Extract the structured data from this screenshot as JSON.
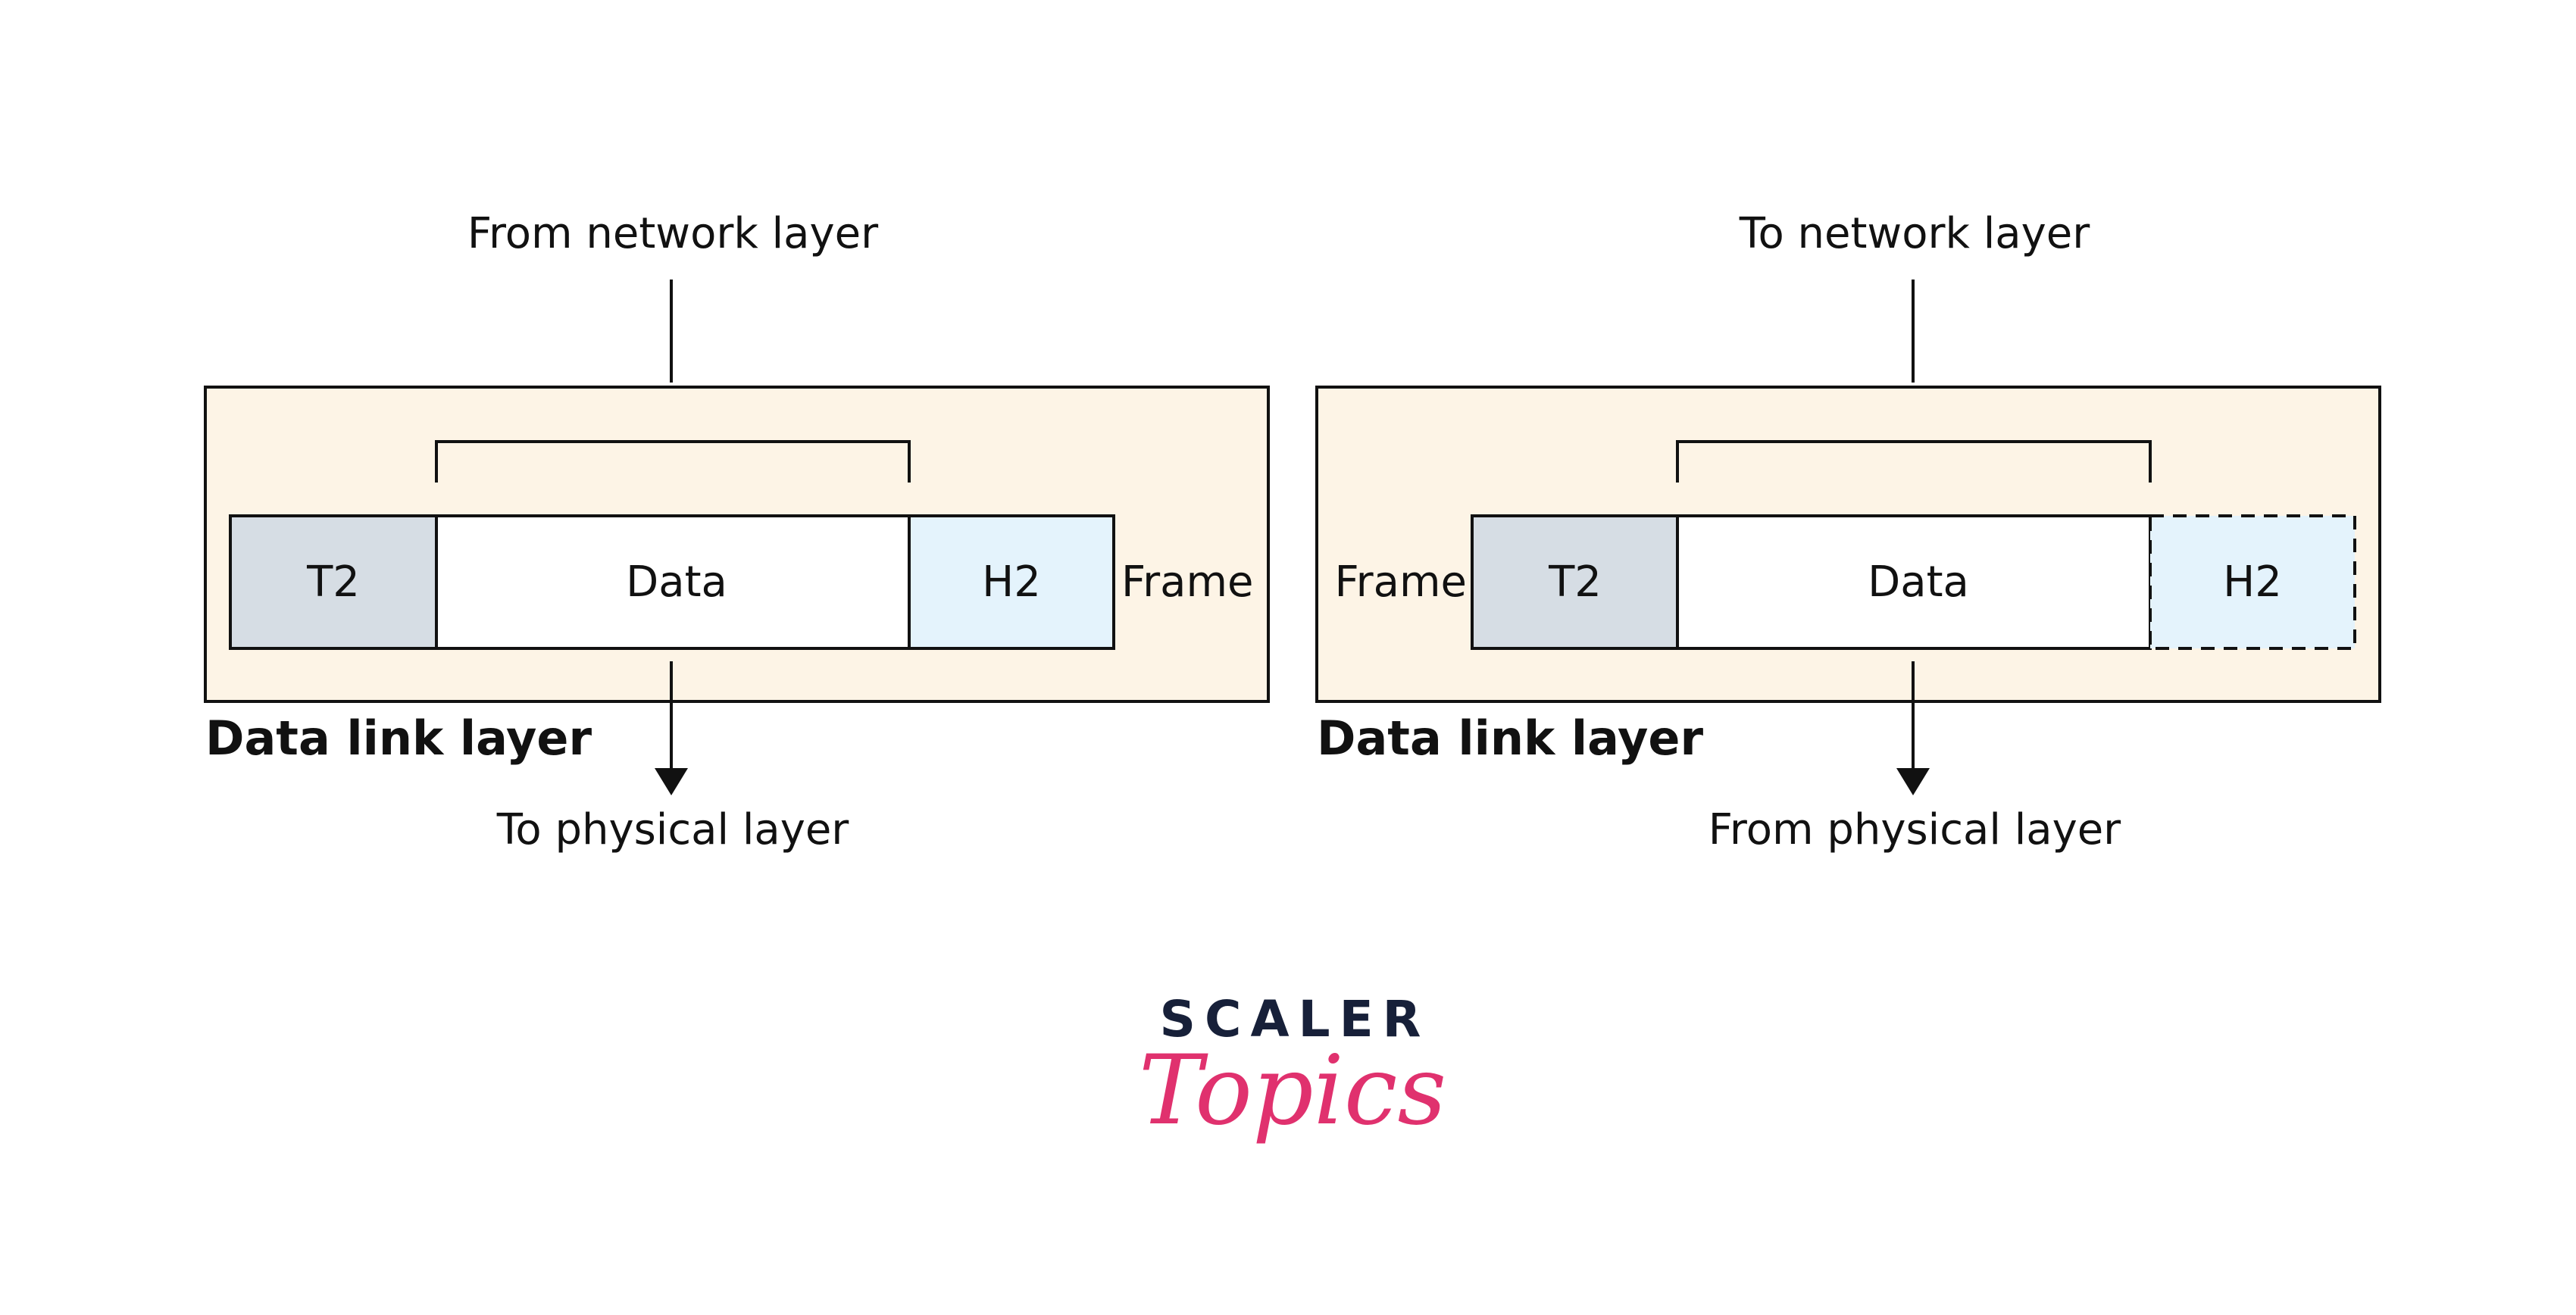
{
  "left_panel": {
    "top_label": "From network layer",
    "bottom_label": "To physical layer",
    "frame_label": "Frame",
    "title": "Data link layer",
    "cells": {
      "trailer": "T2",
      "data": "Data",
      "header": "H2"
    }
  },
  "right_panel": {
    "top_label": "To network layer",
    "bottom_label": "From physical layer",
    "frame_label": "Frame",
    "title": "Data link layer",
    "cells": {
      "trailer": "T2",
      "data": "Data",
      "header": "H2"
    }
  },
  "colors": {
    "panel_bg": "#fdf4e6",
    "trailer_bg": "#d6dde4",
    "header_bg": "#e4f3fc",
    "data_bg": "#ffffff",
    "logo_primary": "#172039",
    "logo_accent": "#e0316e"
  },
  "logo": {
    "top": "SCALER",
    "bottom": "Topics"
  }
}
